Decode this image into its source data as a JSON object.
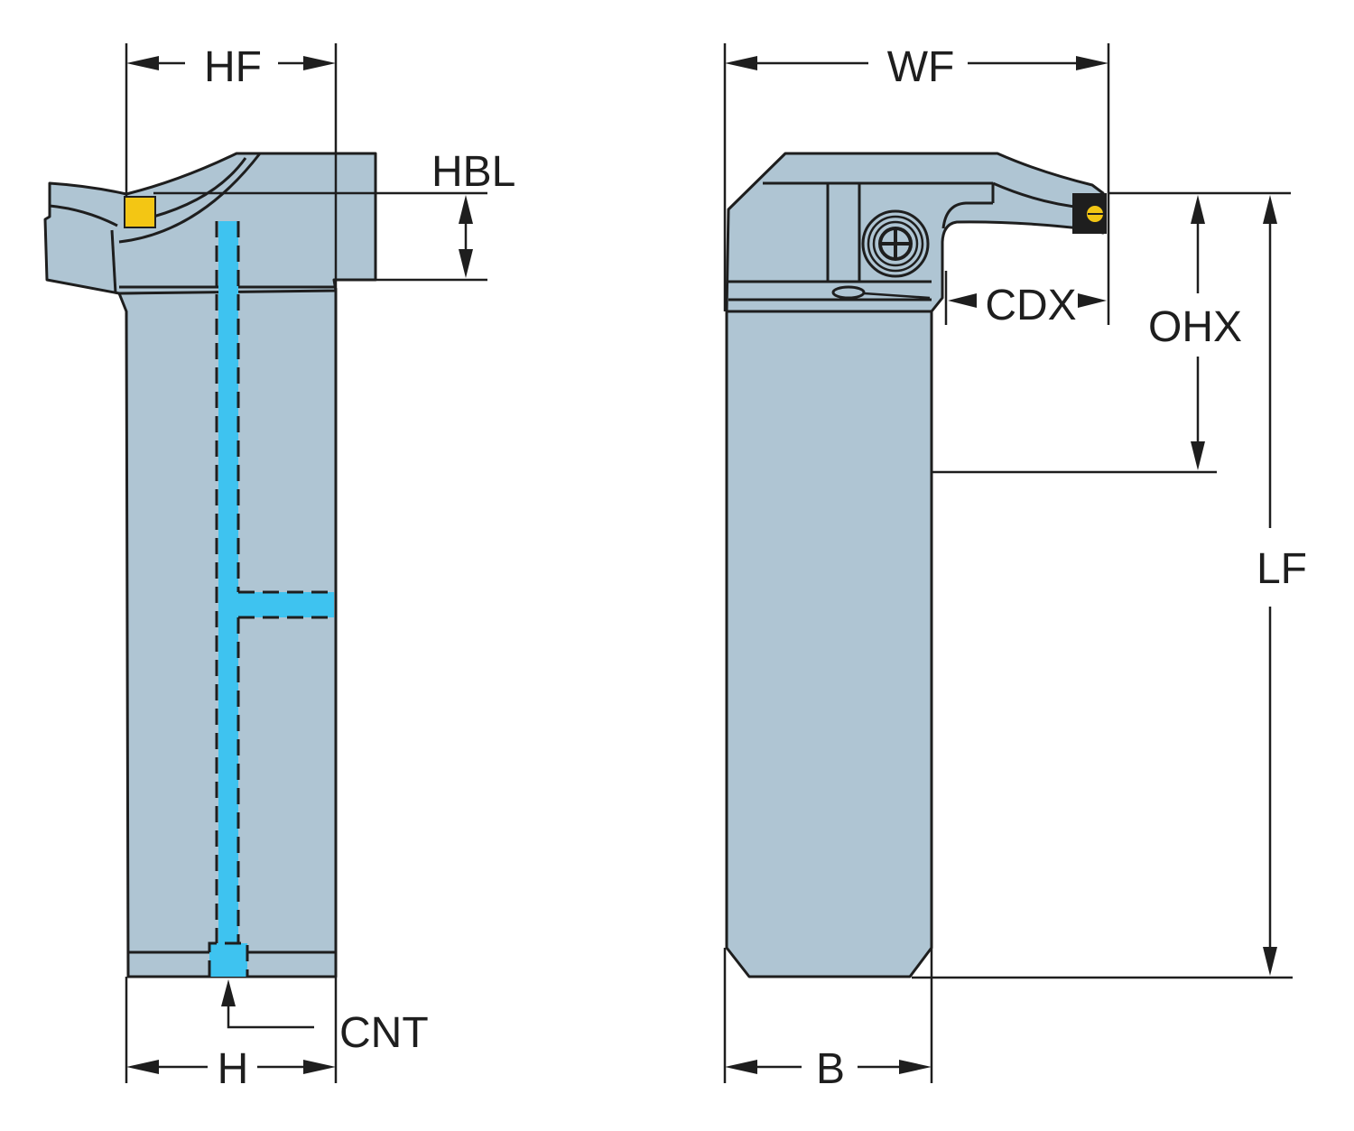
{
  "title": "Grooving tool holder dimension drawing",
  "colors": {
    "body": "#afc5d3",
    "coolant": "#3ec3f0",
    "insert": "#f3c614",
    "line": "#1e1e1e"
  },
  "views": {
    "side_view": {
      "labels": {
        "hf": "HF",
        "hbl": "HBL",
        "h": "H",
        "cnt": "CNT"
      }
    },
    "front_view": {
      "labels": {
        "wf": "WF",
        "cdx": "CDX",
        "ohx": "OHX",
        "lf": "LF",
        "b": "B"
      }
    }
  }
}
